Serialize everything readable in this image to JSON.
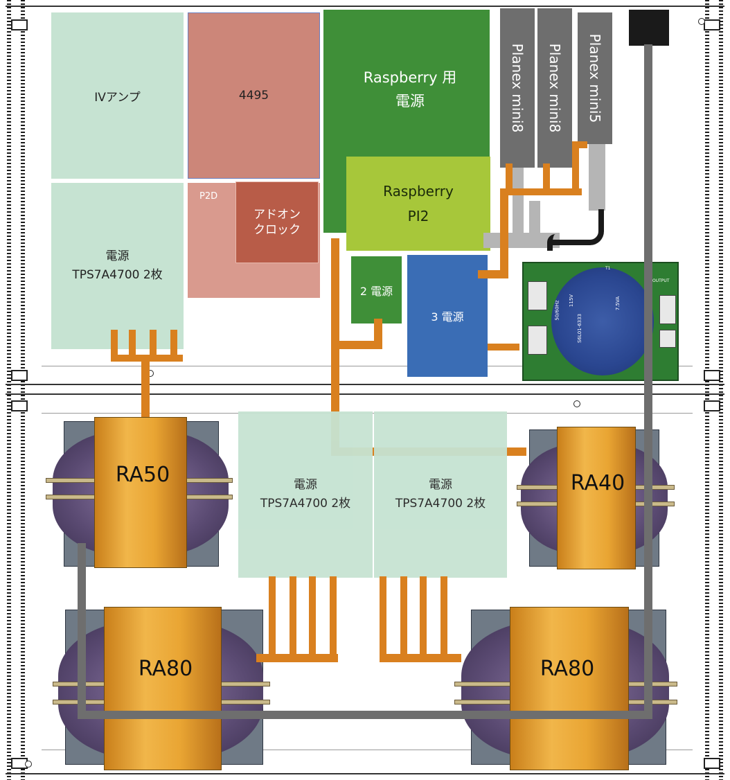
{
  "boards": {
    "iv_amp": "IVアンプ",
    "ic_4495": "4495",
    "psu_top_left": "電源\nTPS7A4700 2枚",
    "p2d": "P2D",
    "addon_clock": "アドオン\nクロック",
    "rpi_psu": "Raspberry 用\n電源",
    "rpi": "Raspberry\nPI2",
    "psu2": "2 電源",
    "psu3": "3 電源",
    "psu_center_left": "電源\nTPS7A4700 2枚",
    "psu_center_right": "電源\nTPS7A4700 2枚"
  },
  "switches": [
    "Planex mini8",
    "Planex mini8",
    "Planex mini5"
  ],
  "transformers": {
    "ra50": "RA50",
    "ra40": "RA40",
    "ra80_left": "RA80",
    "ra80_right": "RA80"
  },
  "pcb_markings": {
    "freq": "50/60Hz",
    "v115": "115V",
    "v75": "7.5VA",
    "model": "S6L01-6333",
    "output": "OUTPUT",
    "t1": "T1"
  },
  "colors": {
    "light_green_board": "#c6e3d2",
    "salmon_board": "#cc8679",
    "dark_salmon_board": "#b85c48",
    "dark_green_board": "#3f8f38",
    "lime_board": "#a7c73a",
    "blue_board": "#3a6db5",
    "switch_gray": "#6e6e6e",
    "wire_orange": "#d9801f",
    "pcb_green": "#2e7d32"
  }
}
